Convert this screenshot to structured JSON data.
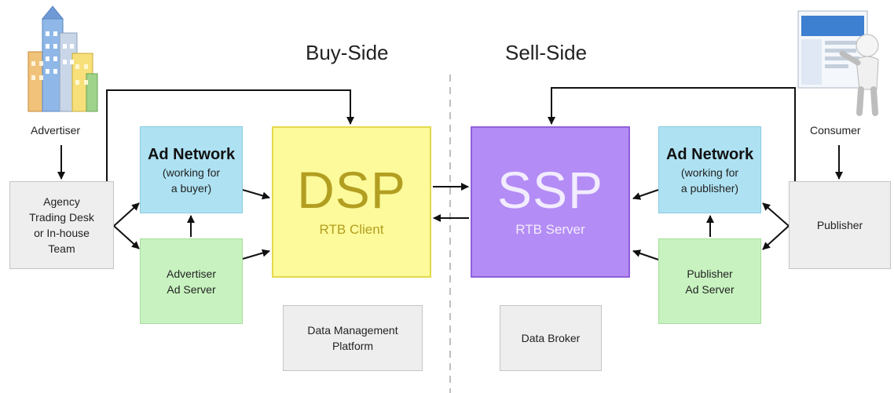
{
  "headers": {
    "buy_side": "Buy-Side",
    "sell_side": "Sell-Side"
  },
  "labels": {
    "advertiser": "Advertiser",
    "consumer": "Consumer"
  },
  "boxes": {
    "agency": [
      "Agency",
      "Trading Desk",
      "or In-house",
      "Team"
    ],
    "ad_network_buy": {
      "title": "Ad Network",
      "lines": [
        "(working for",
        "a buyer)"
      ]
    },
    "advertiser_ad_server": [
      "Advertiser",
      "Ad Server"
    ],
    "dsp": {
      "title": "DSP",
      "subtitle": "RTB Client"
    },
    "ssp": {
      "title": "SSP",
      "subtitle": "RTB Server"
    },
    "data_management": [
      "Data Management",
      "Platform"
    ],
    "data_broker": "Data Broker",
    "ad_network_sell": {
      "title": "Ad Network",
      "lines": [
        "(working for",
        "a publisher)"
      ]
    },
    "publisher_ad_server": [
      "Publisher",
      "Ad Server"
    ],
    "publisher": "Publisher"
  },
  "colors": {
    "dsp_fill": "#fcfa9a",
    "ssp_fill": "#b48cf5",
    "ad_network_fill": "#aee2f3",
    "ad_server_fill": "#c8f3c0",
    "neutral_fill": "#eeeeee"
  },
  "icons": {
    "advertiser": "city-buildings-icon",
    "consumer": "person-at-monitor-icon"
  }
}
